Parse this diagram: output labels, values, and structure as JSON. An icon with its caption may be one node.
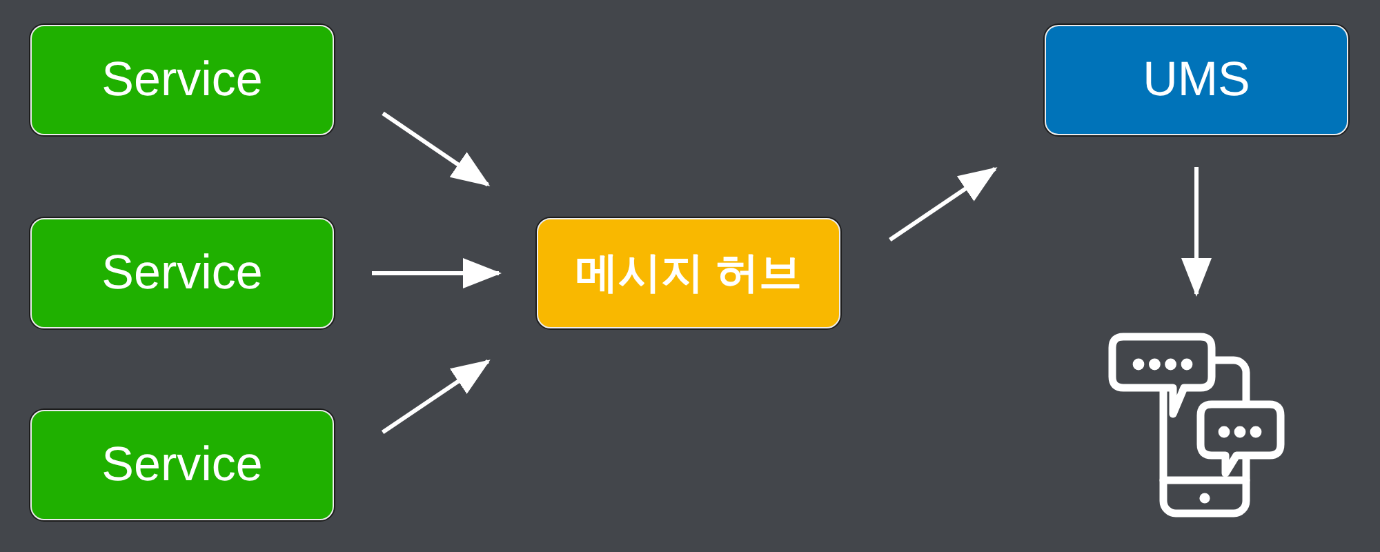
{
  "diagram": {
    "nodes": [
      {
        "text": [
          "Service"
        ]
      },
      {
        "text": [
          "Service"
        ]
      },
      {
        "text": [
          "Service"
        ]
      },
      {
        "text": [
          "메시지 허브"
        ]
      },
      {
        "text": [
          "UMS"
        ]
      },
      {
        "text": [],
        "shape": "picture"
      }
    ],
    "edges": [
      {
        "from": 0,
        "to": 3,
        "arrow": "to"
      },
      {
        "from": 1,
        "to": 3,
        "arrow": "to"
      },
      {
        "from": 2,
        "to": 3,
        "arrow": "to"
      },
      {
        "from": 3,
        "to": 4,
        "arrow": "to"
      },
      {
        "from": 4,
        "to": 5,
        "arrow": "to"
      }
    ]
  }
}
